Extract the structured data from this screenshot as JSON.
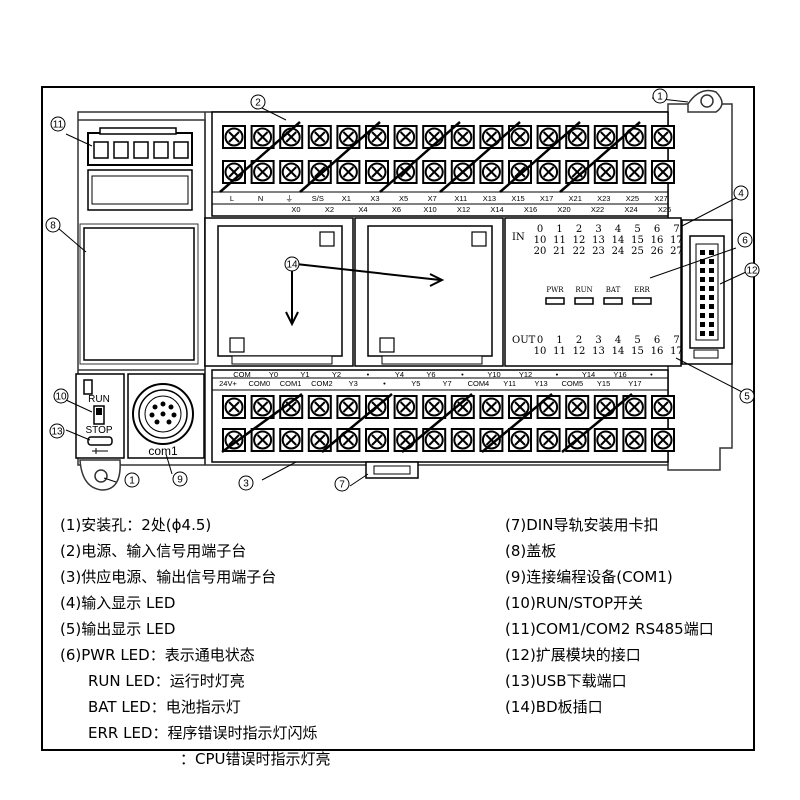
{
  "callouts": [
    "1",
    "2",
    "3",
    "4",
    "5",
    "6",
    "7",
    "8",
    "9",
    "10",
    "11",
    "12",
    "13",
    "14"
  ],
  "top_terminals_row1": [
    "L",
    "N",
    "⏚",
    "S/S",
    "X1",
    "X3",
    "X5",
    "X7",
    "X11",
    "X13",
    "X15",
    "X17",
    "X21",
    "X23",
    "X25",
    "X27"
  ],
  "top_terminals_row2": [
    "X0",
    "X2",
    "X4",
    "X6",
    "X10",
    "X12",
    "X14",
    "X16",
    "X20",
    "X22",
    "X24",
    "X26"
  ],
  "bottom_terminals_row1": [
    "COM",
    "Y0",
    "Y1",
    "Y2",
    "•",
    "Y4",
    "Y6",
    "•",
    "Y10",
    "Y12",
    "•",
    "Y14",
    "Y16",
    "•"
  ],
  "bottom_terminals_row2": [
    "24V+",
    "COM0",
    "COM1",
    "COM2",
    "Y3",
    "•",
    "Y5",
    "Y7",
    "COM4",
    "Y11",
    "Y13",
    "COM5",
    "Y15",
    "Y17"
  ],
  "in_label": "IN",
  "out_label": "OUT",
  "in_rows": [
    [
      "0",
      "1",
      "2",
      "3",
      "4",
      "5",
      "6",
      "7"
    ],
    [
      "10",
      "11",
      "12",
      "13",
      "14",
      "15",
      "16",
      "17"
    ],
    [
      "20",
      "21",
      "22",
      "23",
      "24",
      "25",
      "26",
      "27"
    ]
  ],
  "out_rows": [
    [
      "0",
      "1",
      "2",
      "3",
      "4",
      "5",
      "6",
      "7"
    ],
    [
      "10",
      "11",
      "12",
      "13",
      "14",
      "15",
      "16",
      "17"
    ]
  ],
  "status_leds": [
    "PWR",
    "RUN",
    "BAT",
    "ERR"
  ],
  "switch_run": "RUN",
  "switch_stop": "STOP",
  "com_label": "com1",
  "legend_left": [
    "(1)安装孔：2处(ϕ4.5)",
    "(2)电源、输入信号用端子台",
    "(3)供应电源、输出信号用端子台",
    "(4)输入显示 LED",
    "(5)输出显示 LED",
    "(6)PWR LED：表示通电状态",
    "RUN LED：运行时灯亮",
    "BAT LED：电池指示灯",
    "ERR LED：程序错误时指示灯闪烁",
    "：CPU错误时指示灯亮"
  ],
  "legend_right": [
    "(7)DIN导轨安装用卡扣",
    "(8)盖板",
    "(9)连接编程设备(COM1)",
    "(10)RUN/STOP开关",
    "(11)COM1/COM2 RS485端口",
    "(12)扩展模块的接口",
    "(13)USB下载端口",
    "(14)BD板插口"
  ]
}
